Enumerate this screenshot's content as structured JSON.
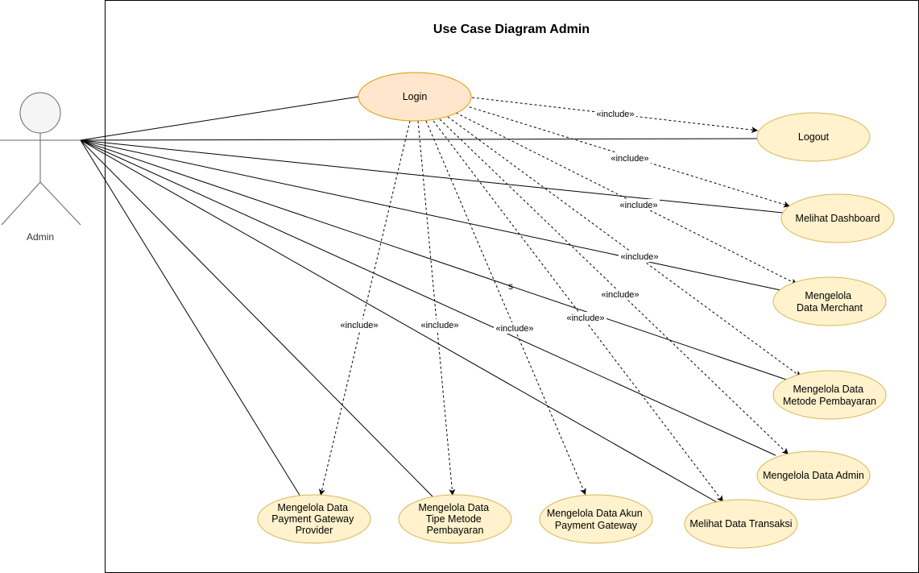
{
  "diagram": {
    "title": "Use Case Diagram Admin",
    "actor": "Admin",
    "stray_text": "s",
    "include_label": "«include»",
    "use_cases": [
      {
        "id": "login",
        "lines": [
          "Login"
        ]
      },
      {
        "id": "logout",
        "lines": [
          "Logout"
        ]
      },
      {
        "id": "dashboard",
        "lines": [
          "Melihat Dashboard"
        ]
      },
      {
        "id": "merchant",
        "lines": [
          "Mengelola",
          "Data Merchant"
        ]
      },
      {
        "id": "metode",
        "lines": [
          "Mengelola Data",
          "Metode Pembayaran"
        ]
      },
      {
        "id": "admin",
        "lines": [
          "Mengelola Data Admin"
        ]
      },
      {
        "id": "transaksi",
        "lines": [
          "Melihat Data Transaksi"
        ]
      },
      {
        "id": "akun",
        "lines": [
          "Mengelola Data Akun",
          "Payment Gateway"
        ]
      },
      {
        "id": "tipe",
        "lines": [
          "Mengelola Data",
          "Tipe Metode",
          "Pembayaran"
        ]
      },
      {
        "id": "provider",
        "lines": [
          "Mengelola Data",
          "Payment Gateway",
          "Provider"
        ]
      }
    ],
    "colors": {
      "login_fill": "#ffe6cc",
      "login_stroke": "#d79b00",
      "usecase_fill": "#fff2cc",
      "usecase_stroke": "#d6b656",
      "actor_fill": "#f5f5f5",
      "actor_stroke": "#666666"
    }
  }
}
